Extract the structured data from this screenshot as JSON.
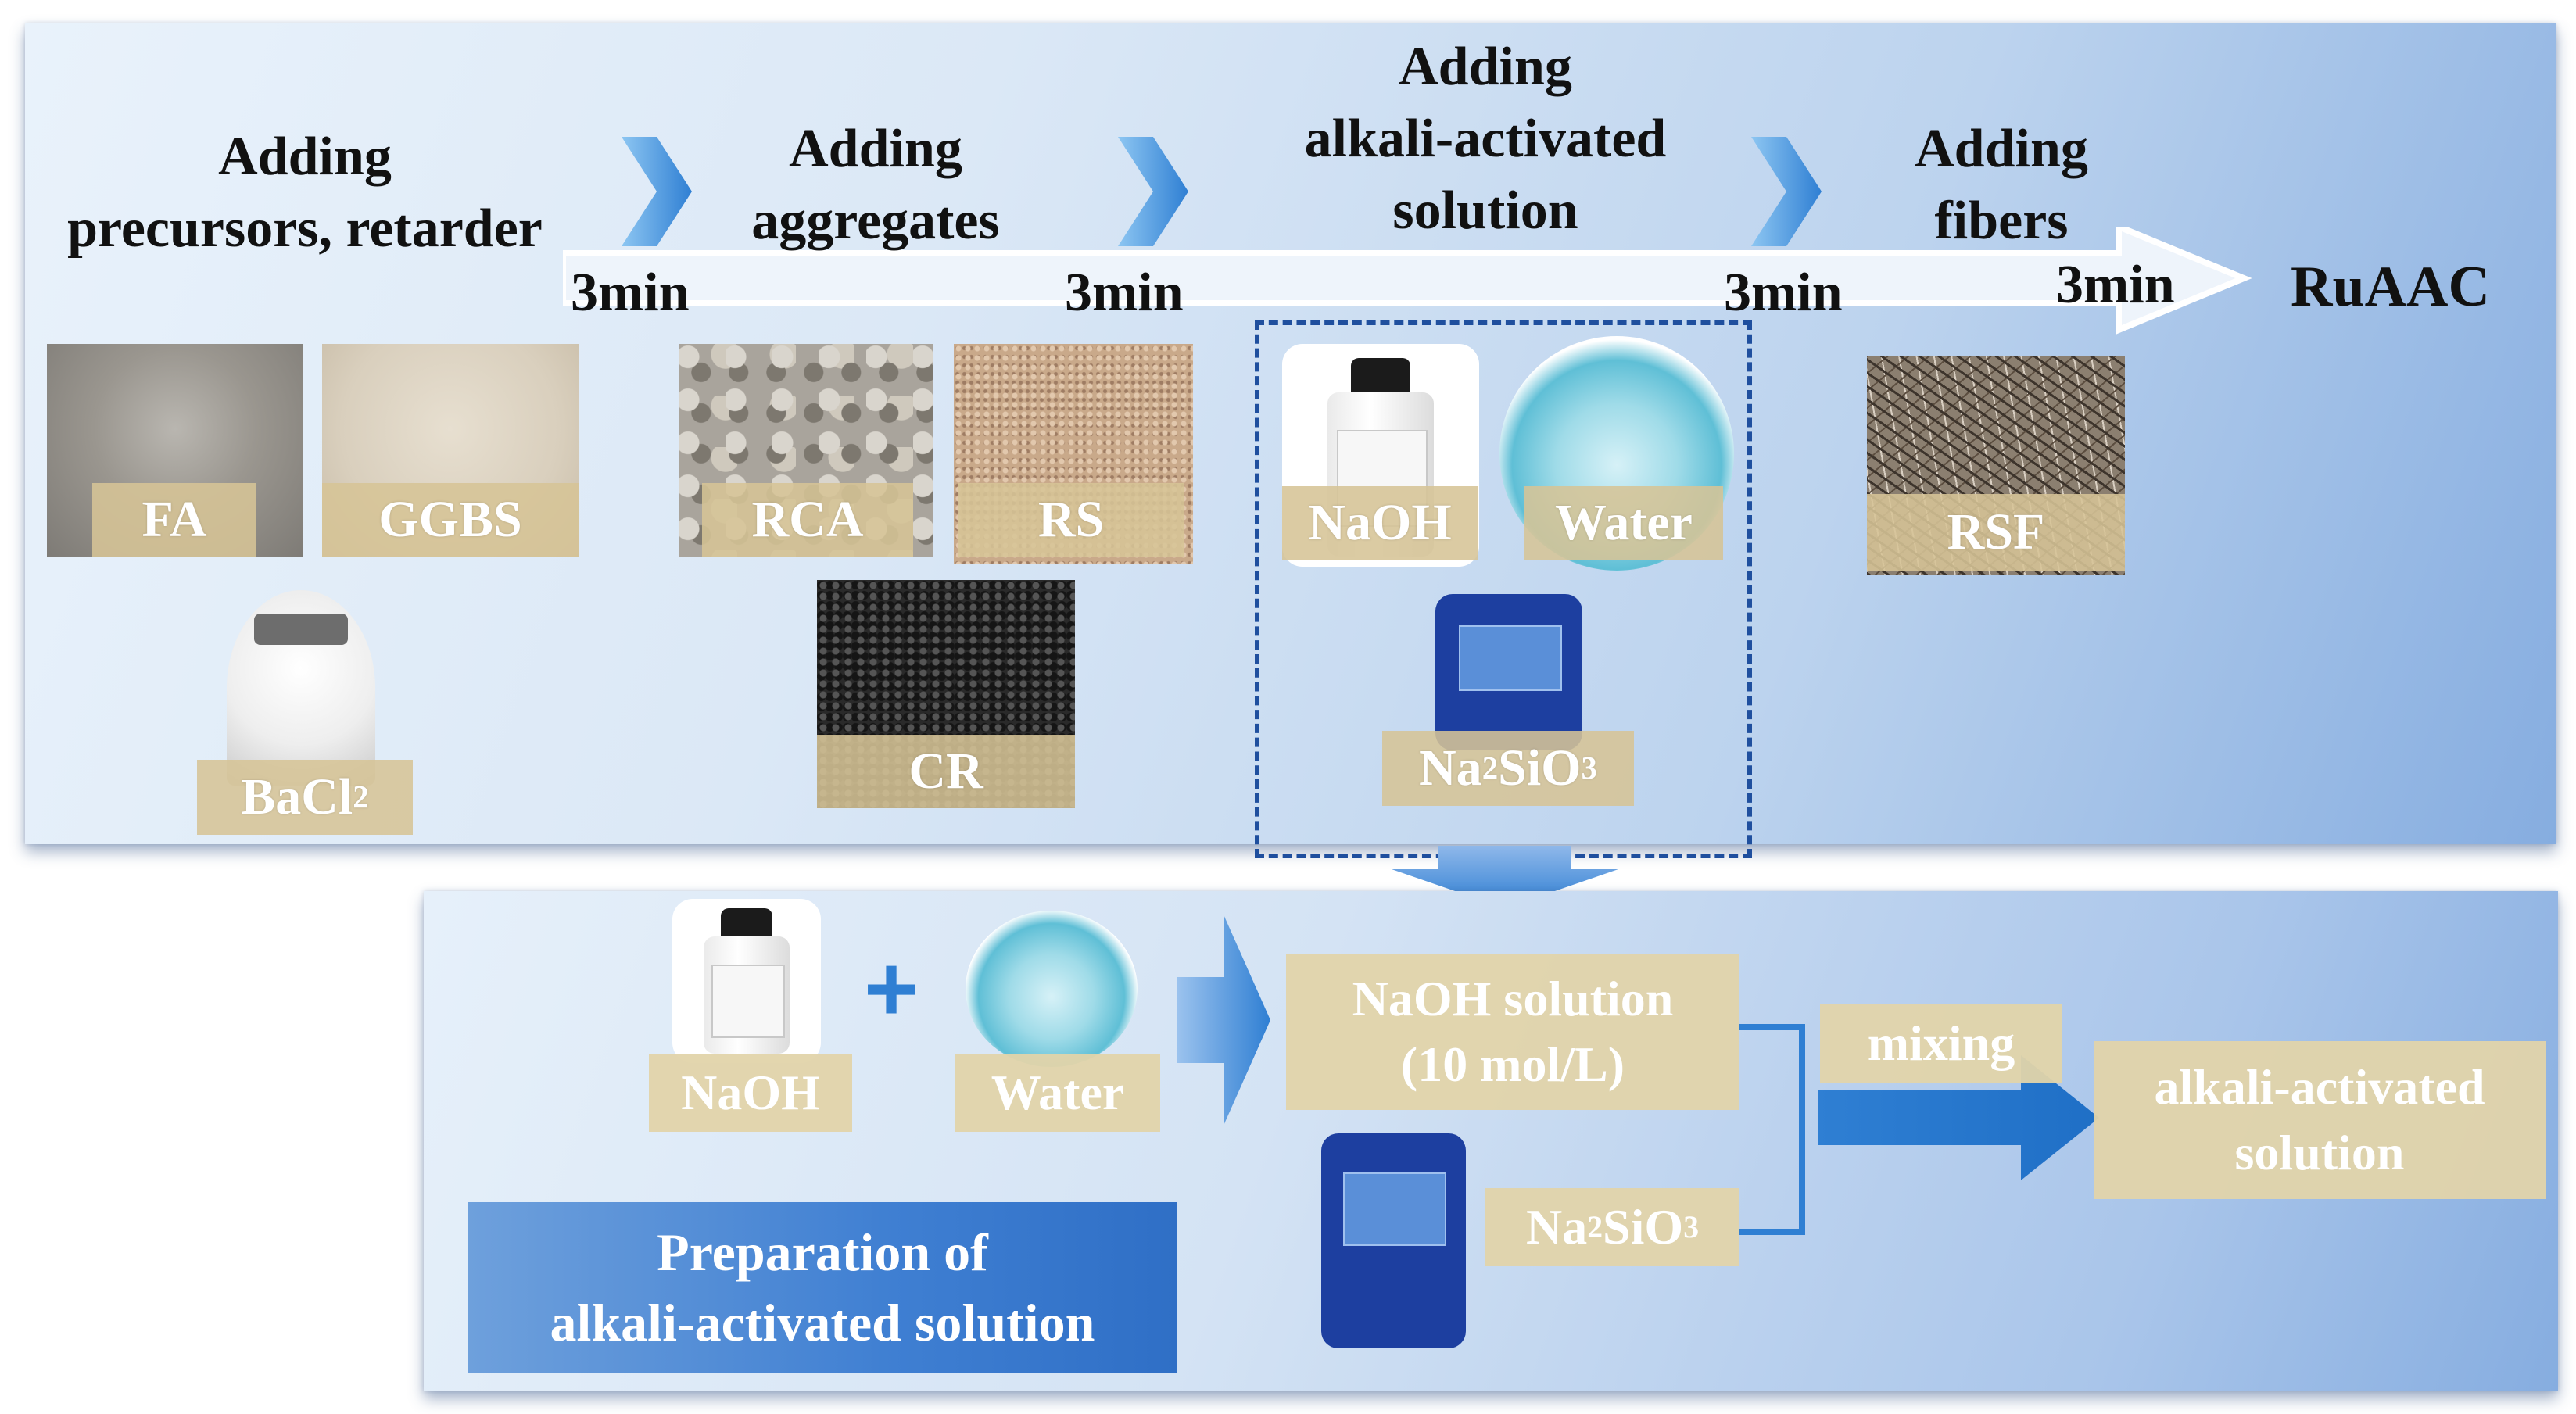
{
  "steps": [
    {
      "lines": [
        "Adding",
        "precursors, retarder"
      ]
    },
    {
      "lines": [
        "Adding",
        "aggregates"
      ]
    },
    {
      "lines": [
        "Adding",
        "alkali-activated",
        "solution"
      ]
    },
    {
      "lines": [
        "Adding",
        "fibers"
      ]
    }
  ],
  "times": [
    "3min",
    "3min",
    "3min",
    "3min"
  ],
  "product": "RuAAC",
  "materials": {
    "fa": "FA",
    "ggbs": "GGBS",
    "bacl2": {
      "base": "BaCl",
      "sub": "2"
    },
    "rca": "RCA",
    "rs": "RS",
    "cr": "CR",
    "naoh": "NaOH",
    "water": "Water",
    "na2sio3": {
      "a": "Na",
      "s1": "2",
      "b": "SiO",
      "s2": "3"
    },
    "rsf": "RSF"
  },
  "preparation": {
    "naoh": "NaOH",
    "plus": "+",
    "water": "Water",
    "solution_line1": "NaOH solution",
    "solution_line2": "(10 mol/L)",
    "na2sio3": {
      "a": "Na",
      "s1": "2",
      "b": "SiO",
      "s2": "3"
    },
    "mixing": "mixing",
    "result_line1": "alkali-activated",
    "result_line2": "solution",
    "title_line1": "Preparation of",
    "title_line2": "alkali-activated solution"
  },
  "colors": {
    "arrow_blue": "#2f7fd3",
    "label_tan": "#d6c496",
    "panel_title": "#3f7fd2",
    "dash": "#1f4f9e"
  }
}
